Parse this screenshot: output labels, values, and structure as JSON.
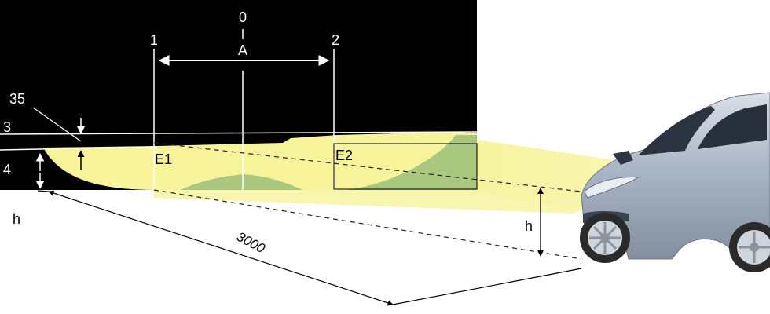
{
  "labels": {
    "center_line": "0",
    "line_1": "1",
    "line_2": "2",
    "distance_a": "A",
    "angle_value": "35",
    "line_3": "3",
    "line_4": "4",
    "spot_e1": "E1",
    "spot_e2": "E2",
    "height_left": "h",
    "height_right": "h",
    "distance_to_screen": "3000"
  },
  "colors": {
    "screen": "#000000",
    "beam_light": "#f6f39a",
    "beam_zone": "#a9c77f",
    "car_body": "#a8b3c3",
    "car_glass": "#27303b",
    "tire": "#2a2a2a",
    "rim": "#cfd5dc"
  }
}
